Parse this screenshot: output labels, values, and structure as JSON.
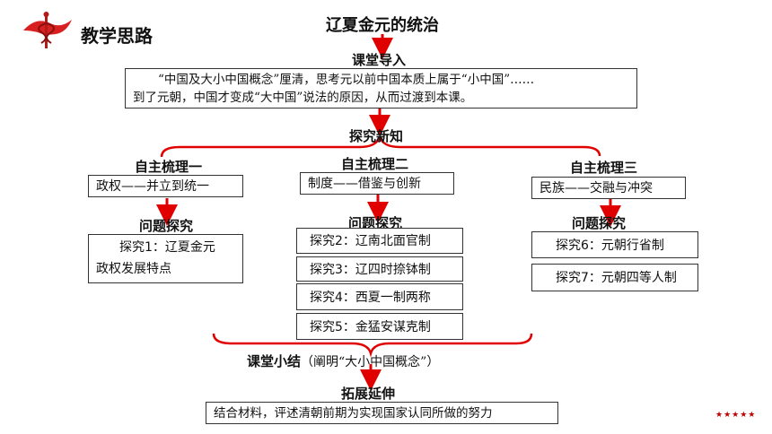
{
  "header": {
    "title": "教学思路"
  },
  "main_title": "辽夏金元的统治",
  "intro": {
    "label": "课堂导入",
    "text_line1": "“中国及大小中国概念”厘清，思考元以前中国本质上属于“小中国”……",
    "text_line2": "到了元朝，中国才变成“大中国”说法的原因，从而过渡到本课。"
  },
  "explore": {
    "label": "探究新知"
  },
  "columns": [
    {
      "heading": "自主梳理一",
      "topic": "政权——并立到统一",
      "question_label": "问题探究",
      "items": [
        "探究1：辽夏金元",
        "政权发展特点"
      ]
    },
    {
      "heading": "自主梳理二",
      "topic": "制度——借鉴与创新",
      "question_label": "问题探究",
      "items": [
        "探究2：辽南北面官制",
        "探究3：辽四时捺钵制",
        "探究4：西夏一制两称",
        "探究5：金猛安谋克制"
      ]
    },
    {
      "heading": "自主梳理三",
      "topic": "民族——交融与冲突",
      "question_label": "问题探究",
      "items": [
        "探究6：元朝行省制",
        "探究7：元朝四等人制"
      ]
    }
  ],
  "summary": {
    "label": "课堂小结",
    "note": "（阐明“大小中国概念”）"
  },
  "extend": {
    "label": "拓展延伸",
    "text": "结合材料，评述清朝前期为实现国家认同所做的努力"
  },
  "footer": {
    "stars": "★★★★★"
  },
  "colors": {
    "arrow": "#e00000",
    "logo": "#d92020"
  },
  "icons": {
    "logo": "caduceus-logo-icon"
  }
}
